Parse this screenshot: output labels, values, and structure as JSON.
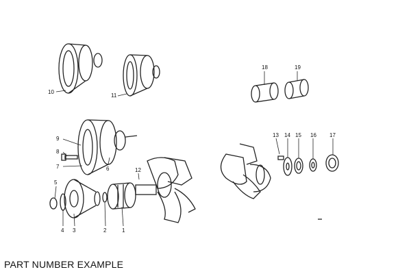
{
  "caption": "PART NUMBER EXAMPLE",
  "callouts": [
    "1",
    "2",
    "3",
    "4",
    "5",
    "6",
    "7",
    "8",
    "9",
    "10",
    "11",
    "12",
    "13",
    "14",
    "15",
    "16",
    "17",
    "18",
    "19"
  ]
}
